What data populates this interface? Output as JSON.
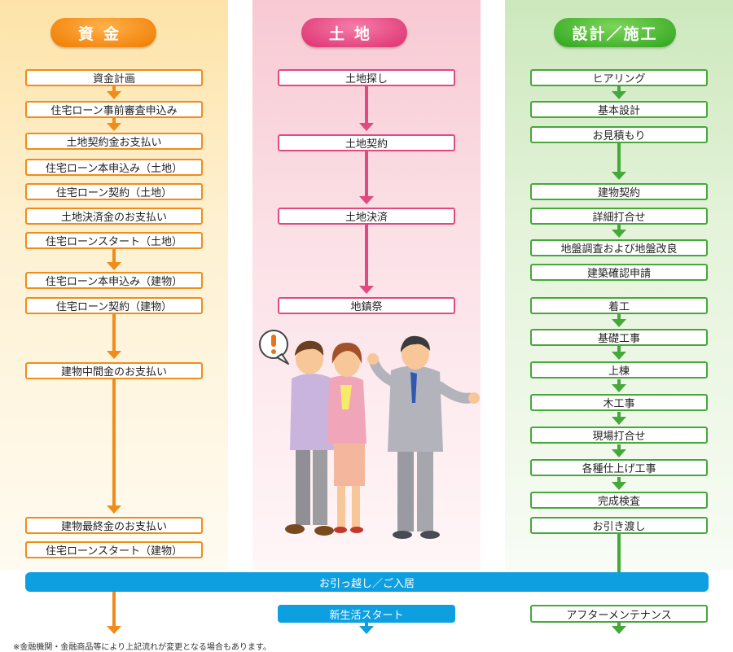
{
  "columns": {
    "fund": {
      "title": "資金",
      "steps": [
        "資金計画",
        "住宅ローン事前審査申込み",
        "土地契約金お支払い",
        "住宅ローン本申込み（土地）",
        "住宅ローン契約（土地）",
        "土地決済金のお支払い",
        "住宅ローンスタート（土地）",
        "住宅ローン本申込み（建物）",
        "住宅ローン契約（建物）",
        "建物中間金のお支払い",
        "建物最終金のお支払い",
        "住宅ローンスタート（建物）"
      ]
    },
    "land": {
      "title": "土地",
      "steps": [
        "土地探し",
        "土地契約",
        "土地決済",
        "地鎮祭"
      ]
    },
    "build": {
      "title": "設計／施工",
      "steps": [
        "ヒアリング",
        "基本設計",
        "お見積もり",
        "建物契約",
        "詳細打合せ",
        "地盤調査および地盤改良",
        "建築確認申請",
        "着工",
        "基礎工事",
        "上棟",
        "木工事",
        "現場打合せ",
        "各種仕上げ工事",
        "完成検査",
        "お引き渡し"
      ]
    }
  },
  "common": {
    "moving": "お引っ越し／ご入居",
    "new_life": "新生活スタート",
    "after_service": "アフターメンテナンス"
  },
  "footnote": "※金融機関・金融商品等により上記流れが変更となる場合もあります。",
  "colors": {
    "fund": "#f08c1a",
    "land": "#e04a80",
    "build": "#45a93a",
    "common": "#0d9fe0"
  }
}
